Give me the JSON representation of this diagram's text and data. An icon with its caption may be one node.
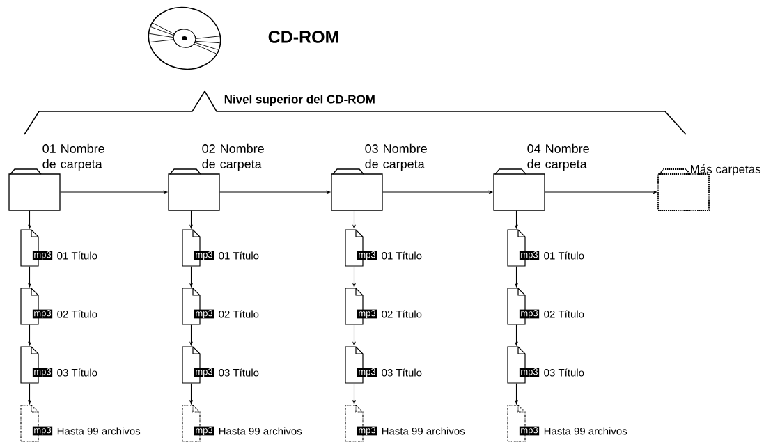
{
  "diagram": {
    "nodes": [
      {
        "text": [
          "01 Nombre de carpeta"
        ]
      },
      {
        "text": [
          "02 Nombre de carpeta"
        ]
      },
      {
        "text": [
          "03 Nombre de carpeta"
        ]
      },
      {
        "text": [
          "04 Nombre de carpeta"
        ]
      },
      {
        "text": [
          "Más carpetas"
        ]
      },
      {
        "text": [
          "mp3"
        ],
        "beside": [
          "01 Título"
        ]
      },
      {
        "text": [
          "mp3"
        ],
        "beside": [
          "02 Título"
        ]
      },
      {
        "text": [
          "mp3"
        ],
        "beside": [
          "03 Título"
        ]
      },
      {
        "text": [
          "mp3"
        ],
        "beside": [
          "Hasta 99 archivos"
        ]
      },
      {
        "text": [
          "mp3"
        ],
        "beside": [
          "01 Título"
        ]
      },
      {
        "text": [
          "mp3"
        ],
        "beside": [
          "02 Título"
        ]
      },
      {
        "text": [
          "mp3"
        ],
        "beside": [
          "03 Título"
        ]
      },
      {
        "text": [
          "mp3"
        ],
        "beside": [
          "Hasta 99 archivos"
        ]
      },
      {
        "text": [
          "mp3"
        ],
        "beside": [
          "01 Título"
        ]
      },
      {
        "text": [
          "mp3"
        ],
        "beside": [
          "02 Título"
        ]
      },
      {
        "text": [
          "mp3"
        ],
        "beside": [
          "03 Título"
        ]
      },
      {
        "text": [
          "mp3"
        ],
        "beside": [
          "Hasta 99 archivos"
        ]
      },
      {
        "text": [
          "mp3"
        ],
        "beside": [
          "01 Título"
        ]
      },
      {
        "text": [
          "mp3"
        ],
        "beside": [
          "02 Título"
        ]
      },
      {
        "text": [
          "mp3"
        ],
        "beside": [
          "03 Título"
        ]
      },
      {
        "text": [
          "mp3"
        ],
        "beside": [
          "Hasta 99 archivos"
        ]
      }
    ],
    "edges": [
      {
        "from": 0,
        "to": 1,
        "arrow": "to"
      },
      {
        "from": 1,
        "to": 2,
        "arrow": "to"
      },
      {
        "from": 2,
        "to": 3,
        "arrow": "to"
      },
      {
        "from": 3,
        "to": 4,
        "arrow": "to"
      },
      {
        "from": 0,
        "to": 5,
        "arrow": "to"
      },
      {
        "from": 5,
        "to": 6,
        "arrow": "to"
      },
      {
        "from": 6,
        "to": 7,
        "arrow": "to"
      },
      {
        "from": 7,
        "to": 8,
        "arrow": "to"
      },
      {
        "from": 1,
        "to": 9,
        "arrow": "to"
      },
      {
        "from": 9,
        "to": 10,
        "arrow": "to"
      },
      {
        "from": 10,
        "to": 11,
        "arrow": "to"
      },
      {
        "from": 11,
        "to": 12,
        "arrow": "to"
      },
      {
        "from": 2,
        "to": 13,
        "arrow": "to"
      },
      {
        "from": 13,
        "to": 14,
        "arrow": "to"
      },
      {
        "from": 14,
        "to": 15,
        "arrow": "to"
      },
      {
        "from": 15,
        "to": 16,
        "arrow": "to"
      },
      {
        "from": 3,
        "to": 17,
        "arrow": "to"
      },
      {
        "from": 17,
        "to": 18,
        "arrow": "to"
      },
      {
        "from": 18,
        "to": 19,
        "arrow": "to"
      },
      {
        "from": 19,
        "to": 20,
        "arrow": "to"
      }
    ],
    "labels": [
      "CD-ROM",
      "Nivel superior del CD-ROM"
    ]
  }
}
